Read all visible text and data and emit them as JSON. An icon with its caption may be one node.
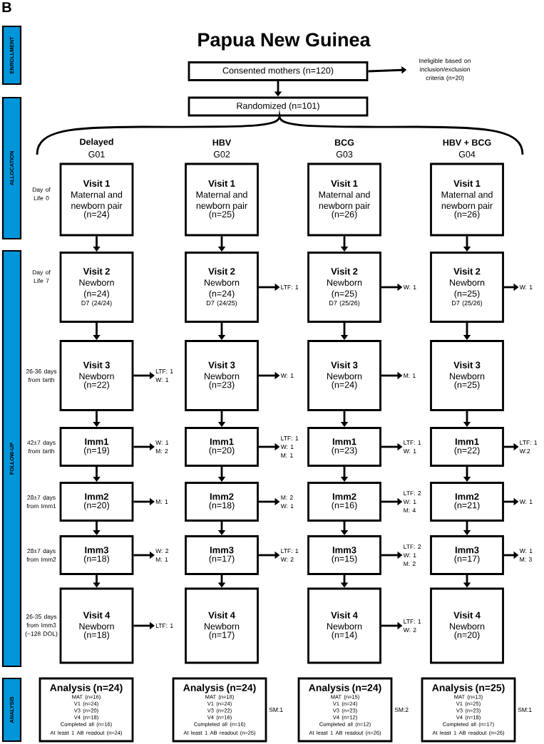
{
  "diagram": {
    "title": "Papua New Guinea",
    "nodes": [
      {
        "text": [
          "ENROLLMENT"
        ]
      },
      {
        "text": [
          "Consented mothers (n=120)"
        ]
      },
      {
        "text": [
          "Ineligible based on inclusion/exclusion criteria (n=20)"
        ]
      },
      {
        "text": [
          "Randomized (n=101)"
        ]
      },
      {
        "text": [
          "ALLOCATION"
        ]
      },
      {
        "text": [
          "FOLLOW-UP"
        ]
      },
      {
        "text": [
          "ANALYSIS"
        ]
      },
      {
        "text": [
          "Visit 1",
          "Maternal and newborn pair",
          "(n=24)"
        ]
      },
      {
        "text": [
          "Visit 2",
          "Newborn",
          "(n=24)",
          "D7 (24/24)"
        ]
      },
      {
        "text": [
          "Visit 3",
          "Newborn",
          "(n=22)"
        ]
      },
      {
        "text": [
          "LTF: 1 W: 1"
        ]
      },
      {
        "text": [
          "Imm1",
          "(n=19)"
        ]
      },
      {
        "text": [
          "W: 1 M: 2"
        ]
      },
      {
        "text": [
          "Imm2",
          "(n=20)"
        ]
      },
      {
        "text": [
          "M: 1"
        ]
      },
      {
        "text": [
          "Imm3",
          "(n=18)"
        ]
      },
      {
        "text": [
          "W: 2 M: 1"
        ]
      },
      {
        "text": [
          "Visit 4",
          "Newborn",
          "(n=18)"
        ]
      },
      {
        "text": [
          "LTF: 1"
        ]
      },
      {
        "text": [
          "Analysis (n=24)",
          "MAT (n=16)",
          "V1 (n=24)",
          "V3 (n=20)",
          "V4 (n=18)",
          "Completed all (n=16)",
          "At least 1 AB readout (n=24)"
        ]
      },
      {
        "text": [
          "Visit 1",
          "Maternal and newborn pair",
          "(n=25)"
        ]
      },
      {
        "text": [
          "Visit 2",
          "Newborn",
          "(n=24)",
          "D7 (24/25)"
        ]
      },
      {
        "text": [
          "LTF: 1"
        ]
      },
      {
        "text": [
          "Visit 3",
          "Newborn",
          "(n=23)"
        ]
      },
      {
        "text": [
          "W: 1"
        ]
      },
      {
        "text": [
          "Imm1",
          "(n=20)"
        ]
      },
      {
        "text": [
          "LTF: 1 W: 1 M: 1"
        ]
      },
      {
        "text": [
          "Imm2",
          "(n=18)"
        ]
      },
      {
        "text": [
          "M: 2 W: 1"
        ]
      },
      {
        "text": [
          "Imm3",
          "(n=17)"
        ]
      },
      {
        "text": [
          "LTF: 1 W: 2"
        ]
      },
      {
        "text": [
          "Visit 4",
          "Newborn",
          "(n=17)"
        ]
      },
      {
        "text": [
          "Analysis (n=24)",
          "MAT (n=18)",
          "V1 (n=24)",
          "V3 (n=22)",
          "V4 (n=16)",
          "Completed all (n=16)",
          "At least 1 AB readout (n=25)"
        ],
        "beside": [
          "SM:1"
        ]
      },
      {
        "text": [
          "Visit 1",
          "Maternal and newborn pair",
          "(n=26)"
        ]
      },
      {
        "text": [
          "Visit 2",
          "Newborn",
          "(n=25)",
          "D7 (25/26)"
        ]
      },
      {
        "text": [
          "W: 1"
        ]
      },
      {
        "text": [
          "Visit 3",
          "Newborn",
          "(n=24)"
        ]
      },
      {
        "text": [
          "M: 1"
        ]
      },
      {
        "text": [
          "Imm1",
          "(n=23)"
        ]
      },
      {
        "text": [
          "LTF: 1 W: 1"
        ]
      },
      {
        "text": [
          "Imm2",
          "(n=16)"
        ]
      },
      {
        "text": [
          "LTF: 2 W: 1 M: 4"
        ]
      },
      {
        "text": [
          "Imm3",
          "(n=15)"
        ]
      },
      {
        "text": [
          "LTF: 2 W: 1 M: 2"
        ]
      },
      {
        "text": [
          "Visit 4",
          "Newborn",
          "(n=14)"
        ]
      },
      {
        "text": [
          "LTF: 1 W: 2"
        ]
      },
      {
        "text": [
          "Analysis (n=24)",
          "MAT (n=15)",
          "V1 (n=24)",
          "V3 (n=23)",
          "V4 (n=12)",
          "Completed all (n=12)",
          "At least 1 AB readout (n=26)"
        ],
        "beside": [
          "SM:2"
        ]
      },
      {
        "text": [
          "Visit 1",
          "Maternal and newborn pair",
          "(n=26)"
        ]
      },
      {
        "text": [
          "Visit 2",
          "Newborn",
          "(n=25)",
          "D7 (25/26)"
        ]
      },
      {
        "text": [
          "W: 1"
        ]
      },
      {
        "text": [
          "Visit 3",
          "Newborn",
          "(n=25)"
        ]
      },
      {
        "text": [
          "Imm1",
          "(n=22)"
        ]
      },
      {
        "text": [
          "LTF: 1 W:2"
        ]
      },
      {
        "text": [
          "Imm2",
          "(n=21)"
        ]
      },
      {
        "text": [
          "W: 1"
        ]
      },
      {
        "text": [
          "Imm3",
          "(n=17)"
        ]
      },
      {
        "text": [
          "W: 1 M: 3"
        ]
      },
      {
        "text": [
          "Visit 4",
          "Newborn",
          "(n=20)"
        ]
      },
      {
        "text": [
          "Analysis (n=25)",
          "MAT (n=13)",
          "V1 (n=25)",
          "V3 (n=23)",
          "V4 (n=18)",
          "Completed all (n=17)",
          "At least 1 AB readout (n=26)"
        ],
        "beside": [
          "SM:1"
        ]
      }
    ],
    "edges": [
      {
        "from": 1,
        "to": 2,
        "arrow": "to"
      },
      {
        "from": 1,
        "to": 3,
        "arrow": "to"
      },
      {
        "from": 7,
        "to": 8,
        "arrow": "to"
      },
      {
        "from": 8,
        "to": 9,
        "arrow": "to"
      },
      {
        "from": 9,
        "to": 11,
        "arrow": "to"
      },
      {
        "from": 11,
        "to": 13,
        "arrow": "to"
      },
      {
        "from": 13,
        "to": 15,
        "arrow": "to"
      },
      {
        "from": 15,
        "to": 17,
        "arrow": "to"
      },
      {
        "from": 9,
        "to": 10,
        "arrow": "to"
      },
      {
        "from": 11,
        "to": 12,
        "arrow": "to"
      },
      {
        "from": 13,
        "to": 14,
        "arrow": "to"
      },
      {
        "from": 15,
        "to": 16,
        "arrow": "to"
      },
      {
        "from": 17,
        "to": 18,
        "arrow": "to"
      },
      {
        "from": 20,
        "to": 21,
        "arrow": "to"
      },
      {
        "from": 21,
        "to": 23,
        "arrow": "to"
      },
      {
        "from": 23,
        "to": 25,
        "arrow": "to"
      },
      {
        "from": 25,
        "to": 27,
        "arrow": "to"
      },
      {
        "from": 27,
        "to": 29,
        "arrow": "to"
      },
      {
        "from": 29,
        "to": 31,
        "arrow": "to"
      },
      {
        "from": 21,
        "to": 22,
        "arrow": "to"
      },
      {
        "from": 23,
        "to": 24,
        "arrow": "to"
      },
      {
        "from": 25,
        "to": 26,
        "arrow": "to"
      },
      {
        "from": 27,
        "to": 28,
        "arrow": "to"
      },
      {
        "from": 29,
        "to": 30,
        "arrow": "to"
      },
      {
        "from": 33,
        "to": 34,
        "arrow": "to"
      },
      {
        "from": 34,
        "to": 36,
        "arrow": "to"
      },
      {
        "from": 36,
        "to": 38,
        "arrow": "to"
      },
      {
        "from": 38,
        "to": 40,
        "arrow": "to"
      },
      {
        "from": 40,
        "to": 42,
        "arrow": "to"
      },
      {
        "from": 42,
        "to": 44,
        "arrow": "to"
      },
      {
        "from": 34,
        "to": 35,
        "arrow": "to"
      },
      {
        "from": 36,
        "to": 37,
        "arrow": "to"
      },
      {
        "from": 38,
        "to": 39,
        "arrow": "to"
      },
      {
        "from": 40,
        "to": 41,
        "arrow": "to"
      },
      {
        "from": 42,
        "to": 43,
        "arrow": "to"
      },
      {
        "from": 44,
        "to": 45,
        "arrow": "to"
      },
      {
        "from": 47,
        "to": 48,
        "arrow": "to"
      },
      {
        "from": 48,
        "to": 50,
        "arrow": "to"
      },
      {
        "from": 50,
        "to": 51,
        "arrow": "to"
      },
      {
        "from": 51,
        "to": 53,
        "arrow": "to"
      },
      {
        "from": 53,
        "to": 55,
        "arrow": "to"
      },
      {
        "from": 55,
        "to": 57,
        "arrow": "to"
      },
      {
        "from": 48,
        "to": 49,
        "arrow": "to"
      },
      {
        "from": 51,
        "to": 52,
        "arrow": "to"
      },
      {
        "from": 53,
        "to": 54,
        "arrow": "to"
      },
      {
        "from": 55,
        "to": 56,
        "arrow": "to"
      }
    ],
    "labels": [
      "B",
      "Delayed",
      "G01",
      "HBV",
      "G02",
      "BCG",
      "G03",
      "HBV + BCG",
      "G04",
      "Day of Life 0",
      "Day of Life 7",
      "26-36 days from birth",
      "42±7 days from birth",
      "28±7 days from Imm1",
      "28±7 days from Imm2",
      "26-35 days from Imm3 (~128 DOL)"
    ]
  }
}
